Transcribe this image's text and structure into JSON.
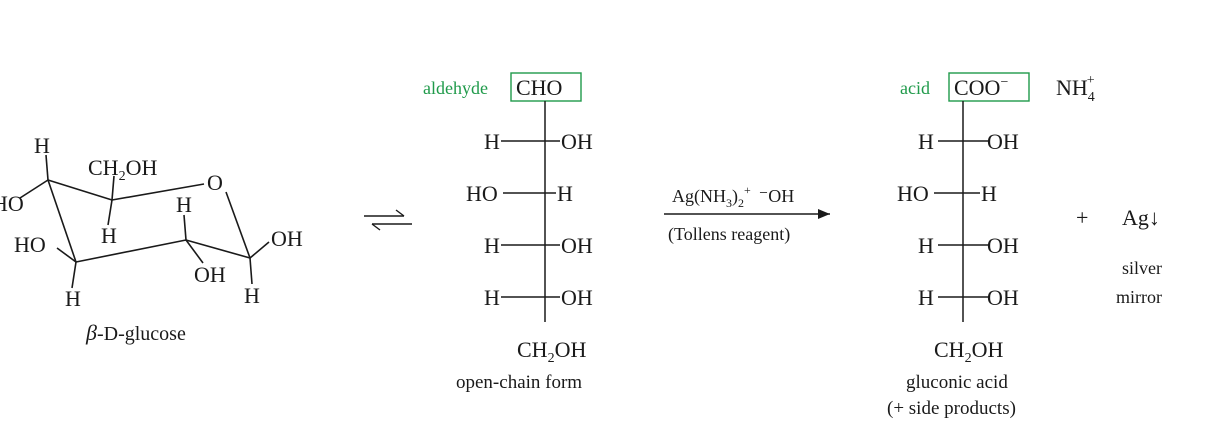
{
  "colors": {
    "ink": "#1a1a1a",
    "accent_green": "#1f9a4a"
  },
  "glucose_ring": {
    "label_beta": "β",
    "label_rest": "-D-glucose",
    "atoms": {
      "h_top_left": "H",
      "ch2oh": "CH2OH",
      "ring_o": "O",
      "ho_left": "HO",
      "h_c4": "H",
      "h_c2": "H",
      "ho_c3": "HO",
      "oh_c2": "OH",
      "oh_c1": "OH",
      "h_bottom_left": "H",
      "h_c1": "H"
    }
  },
  "equilibrium_arrow": "⇄",
  "open_chain": {
    "aldehyde_label": "aldehyde",
    "top_group": "CHO",
    "rows": [
      {
        "left": "H",
        "right": "OH"
      },
      {
        "left": "HO",
        "right": "H"
      },
      {
        "left": "H",
        "right": "OH"
      },
      {
        "left": "H",
        "right": "OH"
      }
    ],
    "bottom_group": "CH2OH",
    "caption": "open-chain form"
  },
  "reaction_arrow": {
    "reagent_top": "Ag(NH3)2+ −OH",
    "reagent_bottom": "(Tollens reagent)"
  },
  "gluconic": {
    "acid_label": "acid",
    "top_group": "COO−",
    "counter_ion": "NH4+",
    "rows": [
      {
        "left": "H",
        "right": "OH"
      },
      {
        "left": "HO",
        "right": "H"
      },
      {
        "left": "H",
        "right": "OH"
      },
      {
        "left": "H",
        "right": "OH"
      }
    ],
    "bottom_group": "CH2OH",
    "caption_line1": "gluconic acid",
    "caption_line2": "(+ side products)"
  },
  "silver": {
    "plus": "+",
    "product": "Ag↓",
    "caption_line1": "silver",
    "caption_line2": "mirror"
  }
}
